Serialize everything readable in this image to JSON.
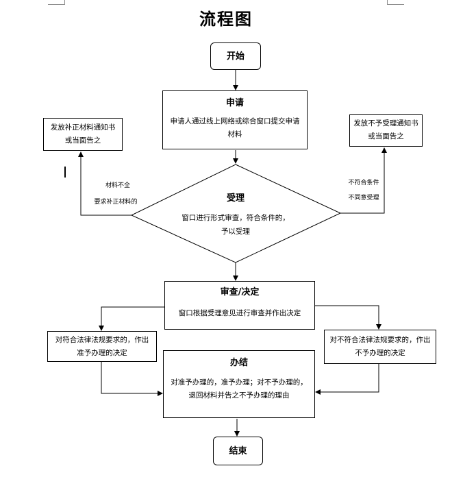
{
  "title": "流程图",
  "start": "开始",
  "apply": {
    "heading": "申请",
    "text": "申请人通过线上网络或综合窗口提交申请材料"
  },
  "left_notice": "发放补正材料通知书或当面告之",
  "right_notice": "发放不予受理通知书或当面告之",
  "left_branch_lines": [
    "材料不全",
    "要求补正材料的"
  ],
  "right_branch_lines": [
    "不符合条件",
    "不同意受理"
  ],
  "accept": {
    "heading": "受理",
    "text": "窗口进行形式审查，符合条件的，予以受理"
  },
  "review": {
    "heading": "审查/决定",
    "text": "窗口根据受理意见进行审查并作出决定"
  },
  "left_decision": "对符合法律法规要求的，作出准予办理的决定",
  "right_decision": "对不符合法律法规要求的，作出不予办理的决定",
  "finish": {
    "heading": "办结",
    "text": "对准予办理的，准予办理；对不予办理的，退回材料并告之不予办理的理由"
  },
  "end": "结束"
}
